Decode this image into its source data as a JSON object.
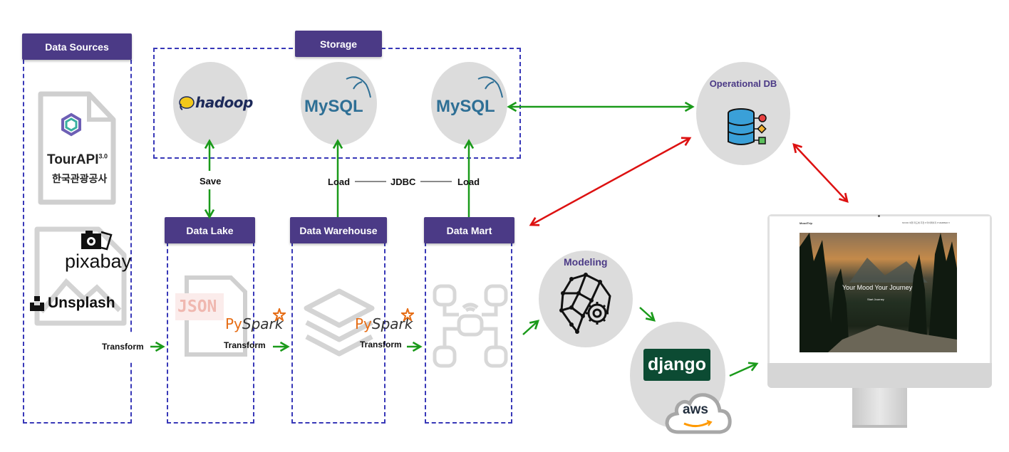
{
  "headers": {
    "data_sources": "Data Sources",
    "storage": "Storage",
    "data_lake": "Data Lake",
    "data_warehouse": "Data Warehouse",
    "data_mart": "Data Mart"
  },
  "labels": {
    "save": "Save",
    "load_left": "Load",
    "jdbc": "JDBC",
    "load_right": "Load",
    "transform_1": "Transform",
    "transform_2": "Transform",
    "transform_3": "Transform",
    "operational_db": "Operational DB",
    "modeling": "Modeling"
  },
  "logos": {
    "tourapi": "TourAPI",
    "tourapi_version": "3.0",
    "tourapi_org": "한국관광공사",
    "pixabay": "pixabay",
    "unsplash": "Unsplash",
    "hadoop": "hadoop",
    "mysql": "MySQL",
    "json": "JSON",
    "pyspark_py": "Py",
    "pyspark_spark": "Spark",
    "django": "django",
    "aws": "aws"
  },
  "app_screen": {
    "brand": "MoodTrip",
    "nav": "MOOD 여행  지도에 추천 ▾  마이페이지 ▾  MEMBER ▾",
    "hero_title": "Your Mood Your Journey",
    "hero_button": "Start Journey"
  },
  "colors": {
    "header_purple": "#4b3a86",
    "dash_blue": "#3838b8",
    "arrow_green": "#1a9a1a",
    "arrow_red": "#dd1111",
    "circle_gray": "#dcdcdc"
  }
}
